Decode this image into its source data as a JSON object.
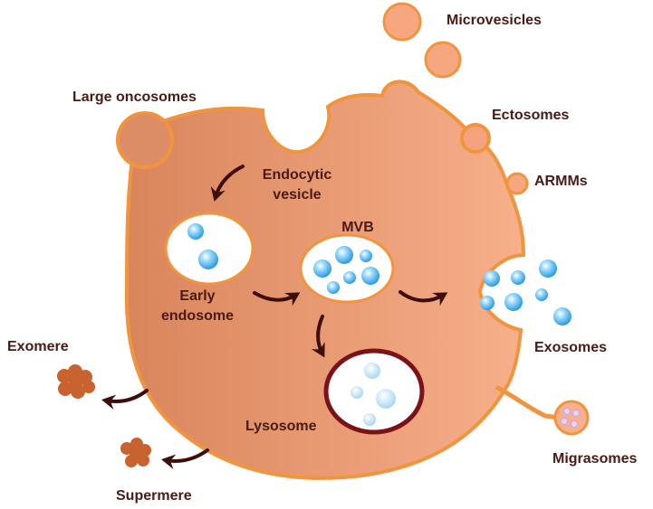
{
  "labels": {
    "microvesicles": "Microvesicles",
    "large_oncosomes": "Large oncosomes",
    "ectosomes": "Ectosomes",
    "armms": "ARMMs",
    "endocytic_vesicle_line1": "Endocytic",
    "endocytic_vesicle_line2": "vesicle",
    "mvb": "MVB",
    "early_endosome_line1": "Early",
    "early_endosome_line2": "endosome",
    "exosomes": "Exosomes",
    "exomere": "Exomere",
    "lysosome": "Lysosome",
    "migrasomes": "Migrasomes",
    "supermere": "Supermere"
  },
  "colors": {
    "cell_fill_dark": "#d9855c",
    "cell_fill_light": "#f7b08a",
    "membrane": "#f0953e",
    "vesicle_blue": "#2e9be0",
    "lysosome_ring": "#7a1218",
    "arrow": "#3d0e0a",
    "exomere_fill": "#c8622f",
    "label_text": "#4a1a14"
  }
}
